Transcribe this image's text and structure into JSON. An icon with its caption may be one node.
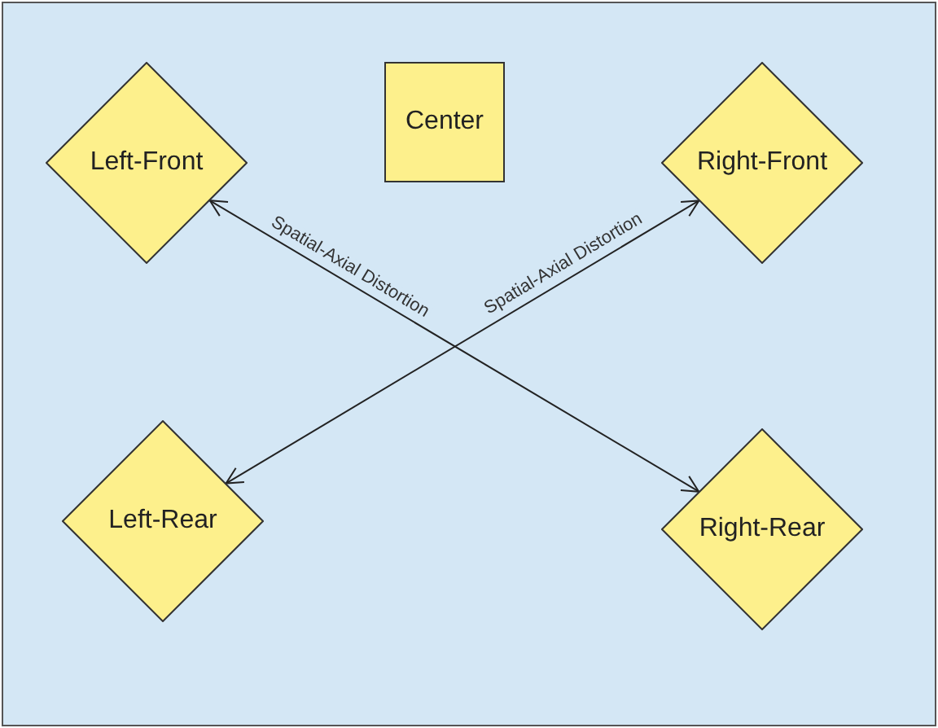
{
  "diagram": {
    "nodes": [
      {
        "text": [
          "Center"
        ]
      },
      {
        "text": [
          "Left-Front"
        ]
      },
      {
        "text": [
          "Right-Front"
        ]
      },
      {
        "text": [
          "Left-Rear"
        ]
      },
      {
        "text": [
          "Right-Rear"
        ]
      }
    ],
    "edges": [
      {
        "from": 1,
        "to": 4,
        "arrow": "both",
        "label": "Spatial-Axial Distortion"
      },
      {
        "from": 2,
        "to": 3,
        "arrow": "both",
        "label": "Spatial-Axial Distortion"
      }
    ]
  }
}
